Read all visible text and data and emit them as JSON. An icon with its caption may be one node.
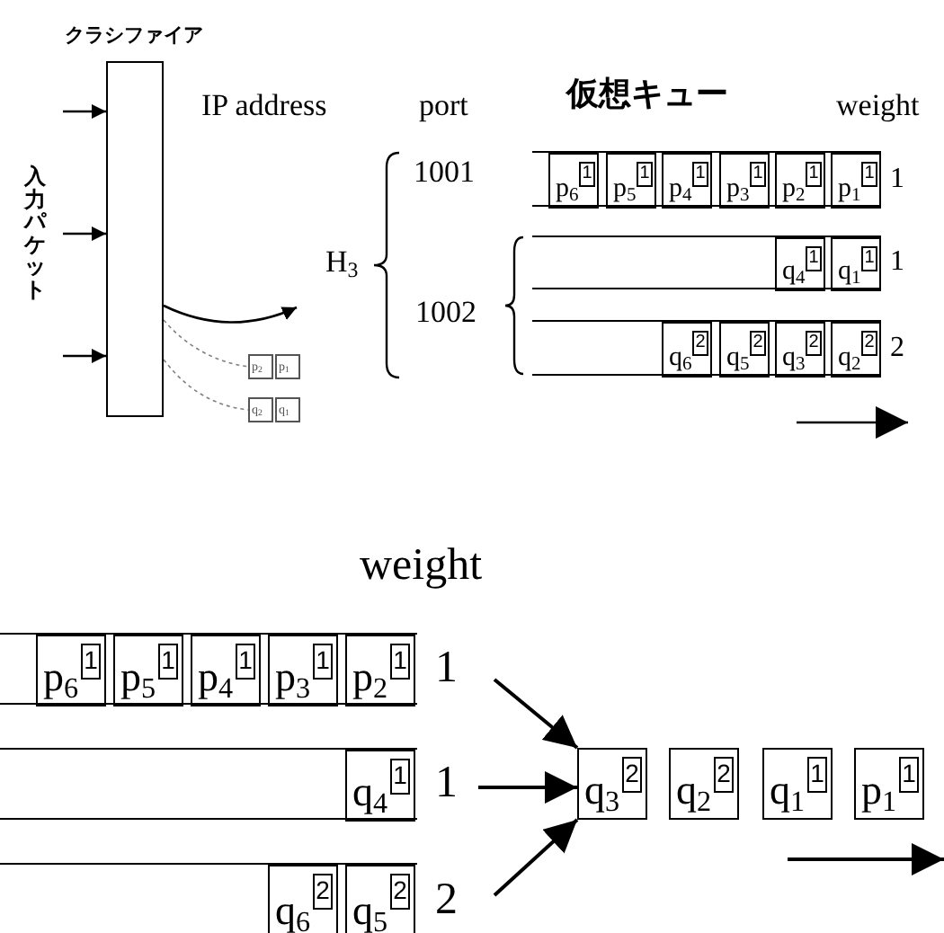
{
  "diagram": {
    "nodes": [
      {
        "text": [
          "クラシファイア"
        ]
      },
      {
        "text": [
          "p$_{2}$"
        ]
      },
      {
        "text": [
          "p$_{1}$"
        ]
      },
      {
        "text": [
          "q$_{2}$"
        ]
      },
      {
        "text": [
          "q$_{1}$"
        ]
      },
      {
        "text": [],
        "shape": "bar",
        "beside": [
          "1"
        ]
      },
      {
        "text": [
          "p$_{6}$"
        ],
        "in": 5
      },
      {
        "text": [
          "1"
        ],
        "in": 6
      },
      {
        "text": [
          "p$_{5}$"
        ],
        "in": 5
      },
      {
        "text": [
          "1"
        ],
        "in": 8
      },
      {
        "text": [
          "p$_{4}$"
        ],
        "in": 5
      },
      {
        "text": [
          "1"
        ],
        "in": 10
      },
      {
        "text": [
          "p$_{3}$"
        ],
        "in": 5
      },
      {
        "text": [
          "1"
        ],
        "in": 12
      },
      {
        "text": [
          "p$_{2}$"
        ],
        "in": 5
      },
      {
        "text": [
          "1"
        ],
        "in": 14
      },
      {
        "text": [
          "p$_{1}$"
        ],
        "in": 5
      },
      {
        "text": [
          "1"
        ],
        "in": 16
      },
      {
        "text": [],
        "shape": "bar",
        "beside": [
          "1"
        ]
      },
      {
        "text": [
          "q$_{4}$"
        ],
        "in": 18
      },
      {
        "text": [
          "1"
        ],
        "in": 19
      },
      {
        "text": [
          "q$_{1}$"
        ],
        "in": 18
      },
      {
        "text": [
          "1"
        ],
        "in": 21
      },
      {
        "text": [],
        "shape": "bar",
        "beside": [
          "2"
        ]
      },
      {
        "text": [
          "q$_{6}$"
        ],
        "in": 23
      },
      {
        "text": [
          "2"
        ],
        "in": 24
      },
      {
        "text": [
          "q$_{5}$"
        ],
        "in": 23
      },
      {
        "text": [
          "2"
        ],
        "in": 26
      },
      {
        "text": [
          "q$_{3}$"
        ],
        "in": 23
      },
      {
        "text": [
          "2"
        ],
        "in": 28
      },
      {
        "text": [
          "q$_{2}$"
        ],
        "in": 23
      },
      {
        "text": [
          "2"
        ],
        "in": 30
      },
      {
        "text": [],
        "shape": "bar",
        "beside": [
          "1"
        ]
      },
      {
        "text": [
          "p$_{6}$"
        ],
        "in": 32
      },
      {
        "text": [
          "1"
        ],
        "in": 33
      },
      {
        "text": [
          "p$_{5}$"
        ],
        "in": 32
      },
      {
        "text": [
          "1"
        ],
        "in": 35
      },
      {
        "text": [
          "p$_{4}$"
        ],
        "in": 32
      },
      {
        "text": [
          "1"
        ],
        "in": 37
      },
      {
        "text": [
          "p$_{3}$"
        ],
        "in": 32
      },
      {
        "text": [
          "1"
        ],
        "in": 39
      },
      {
        "text": [
          "p$_{2}$"
        ],
        "in": 32
      },
      {
        "text": [
          "1"
        ],
        "in": 41
      },
      {
        "text": [],
        "shape": "bar",
        "beside": [
          "1"
        ]
      },
      {
        "text": [
          "q$_{4}$"
        ],
        "in": 43
      },
      {
        "text": [
          "1"
        ],
        "in": 44
      },
      {
        "text": [],
        "shape": "bar",
        "beside": [
          "2"
        ]
      },
      {
        "text": [
          "q$_{6}$"
        ],
        "in": 46
      },
      {
        "text": [
          "2"
        ],
        "in": 47
      },
      {
        "text": [
          "q$_{5}$"
        ],
        "in": 46
      },
      {
        "text": [
          "2"
        ],
        "in": 49
      },
      {
        "text": [
          "q$_{3}$"
        ]
      },
      {
        "text": [
          "2"
        ],
        "in": 51
      },
      {
        "text": [
          "q$_{2}$"
        ]
      },
      {
        "text": [
          "2"
        ],
        "in": 53
      },
      {
        "text": [
          "q$_{1}$"
        ]
      },
      {
        "text": [
          "1"
        ],
        "in": 55
      },
      {
        "text": [
          "p$_{1}$"
        ]
      },
      {
        "text": [
          "1"
        ],
        "in": 57
      }
    ],
    "edges": [
      {
        "from": null,
        "to": 0,
        "arrow": "to"
      },
      {
        "from": null,
        "to": 0,
        "arrow": "to"
      },
      {
        "from": null,
        "to": 0,
        "arrow": "to"
      },
      {
        "from": 0,
        "to": null,
        "arrow": "to"
      },
      {
        "from": 0,
        "to": 1,
        "arrow": "none",
        "style": "dashed",
        "color": "#808080"
      },
      {
        "from": 0,
        "to": 3,
        "arrow": "none",
        "style": "dashed",
        "color": "#808080"
      },
      {
        "from": null,
        "to": 51,
        "arrow": "to"
      },
      {
        "from": null,
        "to": 51,
        "arrow": "to"
      },
      {
        "from": null,
        "to": 51,
        "arrow": "to"
      }
    ],
    "labels": [
      "IP address",
      "port",
      "仮想キュー",
      "weight",
      "入力パケット",
      "H$_{3}$",
      "1001",
      "1002",
      "weight"
    ]
  }
}
